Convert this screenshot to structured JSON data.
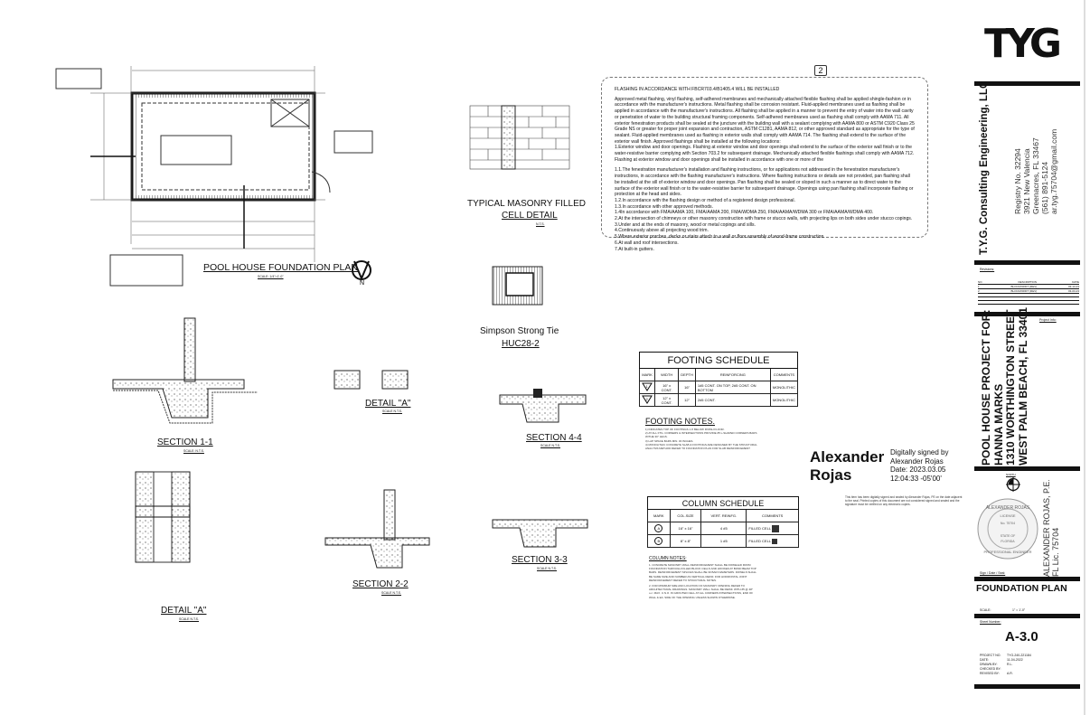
{
  "drawings": {
    "foundation_plan": {
      "title": "POOL HOUSE FOUNDATION PLAN",
      "scale": "SCALE: 1/4\"=1'-0\""
    },
    "masonry_detail": {
      "title_line1": "TYPICAL MASONRY FILLED",
      "title_line2": "CELL DETAIL",
      "scale": "N.T.S."
    },
    "simpson": {
      "title_line1": "Simpson Strong Tie",
      "title_line2": "HUC28-2"
    },
    "section_1_1": {
      "title": "SECTION 1-1",
      "scale": "SCALE: N.T.S."
    },
    "detail_a_top": {
      "title": "DETAIL \"A\"",
      "scale": "SCALE N.T.S."
    },
    "section_4_4": {
      "title": "SECTION 4-4",
      "scale": "SCALE N.T.S."
    },
    "detail_a_bottom": {
      "title": "DETAIL \"A\"",
      "scale": "SCALE N.T.S."
    },
    "section_2_2": {
      "title": "SECTION 2-2",
      "scale": "SCALE N.T.S."
    },
    "section_3_3": {
      "title": "SECTION 3-3",
      "scale": "SCALE N.T.S."
    }
  },
  "flashing_notes": {
    "revision_mark": "2",
    "heading": "FLASHING IN ACCORDANCE WITH FBCR703.4/B1405.4 WILL BE INSTALLED",
    "paragraphs": [
      "Approved metal flashing, vinyl flashing, self-adhered membranes and mechanically attached flexible flashing shall be applied shingle-fashion or in accordance with the manufacturer's instructions. Metal flashing shall be corrosion resistant. Fluid-applied membranes used as flashing shall be applied in accordance with the manufacturer's instructions. All flashing shall be applied in a manner to prevent the entry of water into the wall cavity or penetration of water to the building structural framing components. Self-adhered membranes used as flashing shall comply with AAMA 711. All exterior fenestration products shall be sealed at the juncture with the building wall with a sealant complying with AAMA 800 or ASTM C920 Class 25 Grade NS or greater for proper joint expansion and contraction, ASTM C1281, AAMA 812, or other approved standard as appropriate for the type of sealant. Fluid-applied membranes used as flashing in exterior walls shall comply with AAMA 714. The flashing shall extend to the surface of the exterior wall finish. Approved flashings shall be installed at the following locations:",
      "1.Exterior window and door openings. Flashing at exterior window and door openings shall extend to the surface of the exterior wall finish or to the water-resistive barrier complying with Section 703.2 for subsequent drainage. Mechanically attached flexible flashings shall comply with AAMA 712. Flashing at exterior window and door openings shall be installed in accordance with one or more of the",
      "1.1.The fenestration manufacturer's installation and flashing instructions, or for applications not addressed in the fenestration manufacturer's instructions, in accordance with the flashing manufacturer's instructions. Where flashing instructions or details are not provided, pan flashing shall be installed at the sill of exterior window and door openings. Pan flashing shall be sealed or sloped in such a manner as to direct water to the surface of the exterior wall finish or to the water-resistive barrier for subsequent drainage. Openings using pan flashing shall incorporate flashing or protection at the head and sides.",
      "1.2.In accordance with the flashing design or method of a registered design professional.",
      "1.3.In accordance with other approved methods.",
      "1.4In accordance with FMA/AAMA 100, FMA/AAMA 200, FMA/WDMA 250, FMA/AAMA/WDMA 300 or FMA/AAMA/WDMA 400.",
      "2.At the intersection of chimneys or other masonry construction with frame or stucco walls, with projecting lips on both sides under stucco copings.",
      "3.Under and at the ends of masonry, wood or metal copings and sills.",
      "4.Continuously above all projecting wood trim.",
      "5.Where exterior porches, decks or stairs attach to a wall or floor assembly of wood-frame construction.",
      "6.At wall and roof intersections.",
      "7.At built-in gutters."
    ]
  },
  "footing_schedule": {
    "title": "FOOTING SCHEDULE",
    "headers": [
      "MARK",
      "WIDTH",
      "DEPTH",
      "REINFORCING",
      "COMMENTS"
    ],
    "rows": [
      {
        "mark": "1",
        "width": "16\" x CONT.",
        "depth": "16\"",
        "reinforcing": "1#5 CONT. ON TOP, 2#5 CONT. ON BOTTOM",
        "comments": "MONOLITHIC"
      },
      {
        "mark": "2",
        "width": "12\" x CONT.",
        "depth": "12\"",
        "reinforcing": "2#5 CONT.",
        "comments": "MONOLITHIC"
      }
    ]
  },
  "footing_notes": {
    "title": "FOOTING NOTES.",
    "items": [
      "1) INDICATES TOP OF FOOTINGS 1.0' BELOW FINISH FLOOR.",
      "2) AT ALL FTG. CORNERS & INTERSECTIONS PROVIDE #5 L-SHAPED CORNERS BARS W/THE 30\" LEGS.",
      "3) LAP SPACE BARS MIN. 30 INCHES.",
      "4) MONOLITHIC CONCRETE SLAB & FOOTINGS ARE DESIGNED BY THE STRUCTURAL ANALYSIS METHOD REFER TO FOUNDATION PLAN FOR SLAB REINFORCEMENT"
    ]
  },
  "column_schedule": {
    "title": "COLUMN SCHEDULE",
    "headers": [
      "MARK",
      "COL.SIZE",
      "VERT. REINFG.",
      "COMMENTS"
    ],
    "rows": [
      {
        "mark": "A",
        "size": "16\" x 16\"",
        "reinf": "4 #5",
        "comments": "FILLED CELL"
      },
      {
        "mark": "B",
        "size": "8\" x 8\"",
        "reinf": "1 #5",
        "comments": "FILLED CELL"
      }
    ]
  },
  "column_notes": {
    "title": "COLUMN NOTES:",
    "items": [
      "1. CONCRETE MASONRY WALL REINFORCEMENT SHALL BE DOWELED FROM FOUNDATION THROUGH FILLED BLOCK CELLS AND HOOKED AT BOND BEAM TOP BARS. REINFORCEMENT SPLICES SHALL BE 30 BAR DIAMETERS. DOWELS SHALL BE SAME SIZE AND NUMBER AS VERTICAL REINF. FOR HORIZONTAL JOINT REINFORCEMENT REFER TO STRUCTURAL NOTES.",
      "2. FOR MINIMUM SIZE AND LOCATION OF MASONRY OPENING REFER TO ARCHITECTURAL DRAWINGS. MASONRY WALL SHALL BE REINF. WITH #5 @ 48\" o.c. MAX. U.N.O. IN GROUTED CELL AT ALL CORNERS INTERSECTIONS, END OF WALL & EA. SIDE OF THE OPENING UNLESS SHOWN OTHERWISE."
    ]
  },
  "signature": {
    "name_line1": "Alexander",
    "name_line2": "Rojas",
    "info": [
      "Digitally signed by",
      "Alexander Rojas",
      "Date: 2023.03.05",
      "12:04:33 -05'00'"
    ],
    "disclaimer": "This item has been digitally signed and sealed by Alexander Rojas, PE on the date adjacent to the seal. Printed copies of this document are not considered signed and sealed and the signature must be verified on any electronic copies."
  },
  "title_block": {
    "logo": "TYG",
    "company": "T.Y.G. Consulting Engineering, LLC",
    "address": [
      "Registry No. 32294",
      "3921 New Valencia",
      "Greenacres, FL 33467",
      "(561) 891-5124",
      "ar.tyg.75704@gmail.com"
    ],
    "revisions_label": "Revisions:",
    "revision_headers": [
      "NO.",
      "DESCRIPTION",
      "DATE"
    ],
    "revisions": [
      {
        "no": "1",
        "desc": "BLOCK/DRIFT (REV)",
        "date": "03-13-23"
      },
      {
        "no": "2",
        "desc": "BLOCK/DRIFT (REV)",
        "date": "03-03-23"
      }
    ],
    "project_info_label": "Project Info:",
    "project": [
      "POOL HOUSE PROJECT FOR:",
      "HANNA MARKS",
      "1310 WORTHINGTON STREET",
      "WEST PALM BEACH, FL 33401"
    ],
    "north_label": "NORTH",
    "seal_text": [
      "ALEXANDER ROJAS",
      "LICENSE",
      "No. 75704",
      "STATE OF",
      "FLORIDA",
      "PROFESSIONAL ENGINEER"
    ],
    "engineer": [
      "ALEXANDER ROJAS, P.E.",
      "FL Lic. 75704"
    ],
    "sign_label": "Sign / Date / Seal:",
    "sheet_title": "FOUNDATION PLAN",
    "scale_label": "SCALE:",
    "scale_value": "1\" = 1'-0\"",
    "sheet_number_label": "Sheet Number:",
    "sheet_number": "A-3.0",
    "meta": [
      {
        "k": "PROJECT NO.",
        "v": "TYG-240-221184"
      },
      {
        "k": "DATE:",
        "v": "11-04-2022"
      },
      {
        "k": "DRAWN BY:",
        "v": "R.L."
      },
      {
        "k": "CHECKED BY:",
        "v": ""
      },
      {
        "k": "REVISED BY:",
        "v": "A.R."
      }
    ]
  }
}
